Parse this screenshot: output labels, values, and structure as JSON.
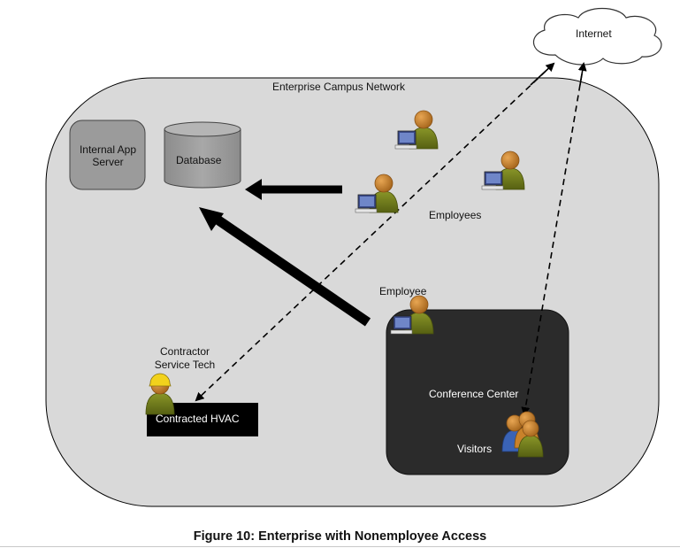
{
  "diagram": {
    "internet": "Internet",
    "campus_network": "Enterprise Campus Network",
    "internal_app_server": "Internal App Server",
    "database": "Database",
    "employees": "Employees",
    "employee": "Employee",
    "contractor": "Contractor Service Tech",
    "contracted_hvac": "Contracted HVAC",
    "conference_center": "Conference Center",
    "visitors": "Visitors"
  },
  "caption": "Figure 10: Enterprise with Nonemployee Access",
  "colors": {
    "campus_fill": "#d9d9d9",
    "server_fill": "#9b9b9b",
    "conference_fill": "#2b2b2b",
    "hvac_fill": "#000000",
    "person_green": "#6e7a1c",
    "person_head": "#c4822c"
  }
}
